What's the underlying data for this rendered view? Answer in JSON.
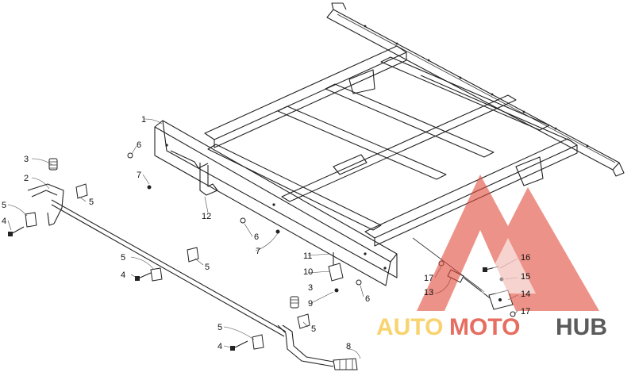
{
  "callouts": [
    {
      "id": "c1",
      "label": "1"
    },
    {
      "id": "c2",
      "label": "2"
    },
    {
      "id": "c3a",
      "label": "3"
    },
    {
      "id": "c3b",
      "label": "3"
    },
    {
      "id": "c4a",
      "label": "4"
    },
    {
      "id": "c4b",
      "label": "4"
    },
    {
      "id": "c4c",
      "label": "4"
    },
    {
      "id": "c5a",
      "label": "5"
    },
    {
      "id": "c5b",
      "label": "5"
    },
    {
      "id": "c5c",
      "label": "5"
    },
    {
      "id": "c5d",
      "label": "5"
    },
    {
      "id": "c5e",
      "label": "5"
    },
    {
      "id": "c5f",
      "label": "5"
    },
    {
      "id": "c6a",
      "label": "6"
    },
    {
      "id": "c6b",
      "label": "6"
    },
    {
      "id": "c6c",
      "label": "6"
    },
    {
      "id": "c7a",
      "label": "7"
    },
    {
      "id": "c7b",
      "label": "7"
    },
    {
      "id": "c8",
      "label": "8"
    },
    {
      "id": "c9",
      "label": "9"
    },
    {
      "id": "c10",
      "label": "10"
    },
    {
      "id": "c11",
      "label": "11"
    },
    {
      "id": "c12",
      "label": "12"
    },
    {
      "id": "c13",
      "label": "13"
    },
    {
      "id": "c14",
      "label": "14"
    },
    {
      "id": "c15",
      "label": "15"
    },
    {
      "id": "c16",
      "label": "16"
    },
    {
      "id": "c17a",
      "label": "17"
    },
    {
      "id": "c17b",
      "label": "17"
    }
  ],
  "watermark": {
    "part1": "AUTO",
    "part2": "MOTO",
    "part3": "HUB",
    "color_light": "#f7c94a",
    "color_red": "#e14a3a",
    "color_dark": "#333333"
  }
}
